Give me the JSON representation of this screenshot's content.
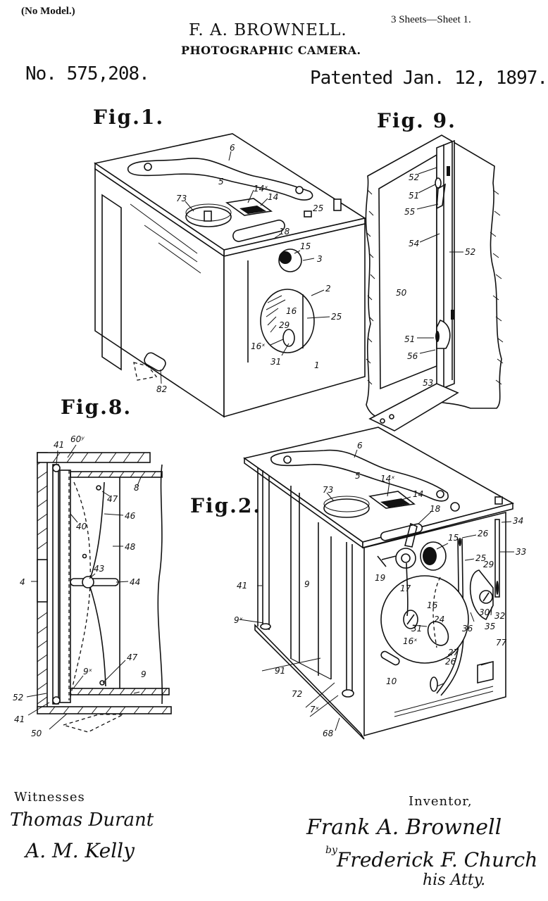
{
  "header": {
    "model_note": "(No Model.)",
    "sheet_note": "3 Sheets—Sheet 1.",
    "inventor_name": "F. A. BROWNELL.",
    "title": "PHOTOGRAPHIC CAMERA.",
    "patent_number": "No. 575,208.",
    "patent_date": "Patented Jan. 12, 1897."
  },
  "figures": {
    "fig1": {
      "label": "Fig.1.",
      "refs": {
        "r6": "6",
        "r5": "5",
        "r14x": "14ˣ",
        "r14": "14",
        "r73": "73",
        "r18": "18",
        "r25a": "25",
        "r15": "15",
        "r3": "3",
        "r2": "2",
        "r16": "16",
        "r25b": "25",
        "r29": "29",
        "r16x": "16ˣ",
        "r31": "31",
        "r1": "1",
        "r82": "82"
      }
    },
    "fig9": {
      "label": "Fig. 9.",
      "refs": {
        "r52a": "52",
        "r51a": "51",
        "r55": "55",
        "r54": "54",
        "r52b": "52",
        "r50": "50",
        "r51b": "51",
        "r56": "56",
        "r53": "53"
      }
    },
    "fig8": {
      "label": "Fig.8.",
      "refs": {
        "r41a": "41",
        "r60y": "60ʸ",
        "r8": "8",
        "r47a": "47",
        "r40": "40",
        "r46": "46",
        "r48": "48",
        "r4": "4",
        "r43": "43",
        "r44": "44",
        "r9x": "9ˣ",
        "r47b": "47",
        "r9": "9",
        "r52": "52",
        "r41b": "41",
        "r50": "50"
      }
    },
    "fig2": {
      "label": "Fig.2.",
      "refs": {
        "r6": "6",
        "r5": "5",
        "r14x": "14ˣ",
        "r14": "14",
        "r73": "73",
        "r18": "18",
        "r34": "34",
        "r26a": "26",
        "r15": "15",
        "r33": "33",
        "r25": "25",
        "r19": "19",
        "r29": "29",
        "r17": "17",
        "r41": "41",
        "r9": "9",
        "r16": "16",
        "r24": "24",
        "r30": "30",
        "r32": "32",
        "r9x": "9ˣ",
        "r31": "31",
        "r36": "36",
        "r35": "35",
        "r16x": "16ˣ",
        "r77": "77",
        "r27": "27",
        "r91": "91",
        "r26b": "26",
        "r10": "10",
        "r72": "72",
        "r7x": "7ˣ",
        "r68": "68"
      }
    }
  },
  "signatures": {
    "witnesses_label": "Witnesses",
    "witness_1": "Thomas Durant",
    "witness_2": "A. M. Kelly",
    "inventor_label": "Inventor,",
    "inventor_signature": "Frank A. Brownell",
    "by_label": "by",
    "attorney_signature": "Frederick F. Church",
    "attorney_note": "his Atty."
  }
}
